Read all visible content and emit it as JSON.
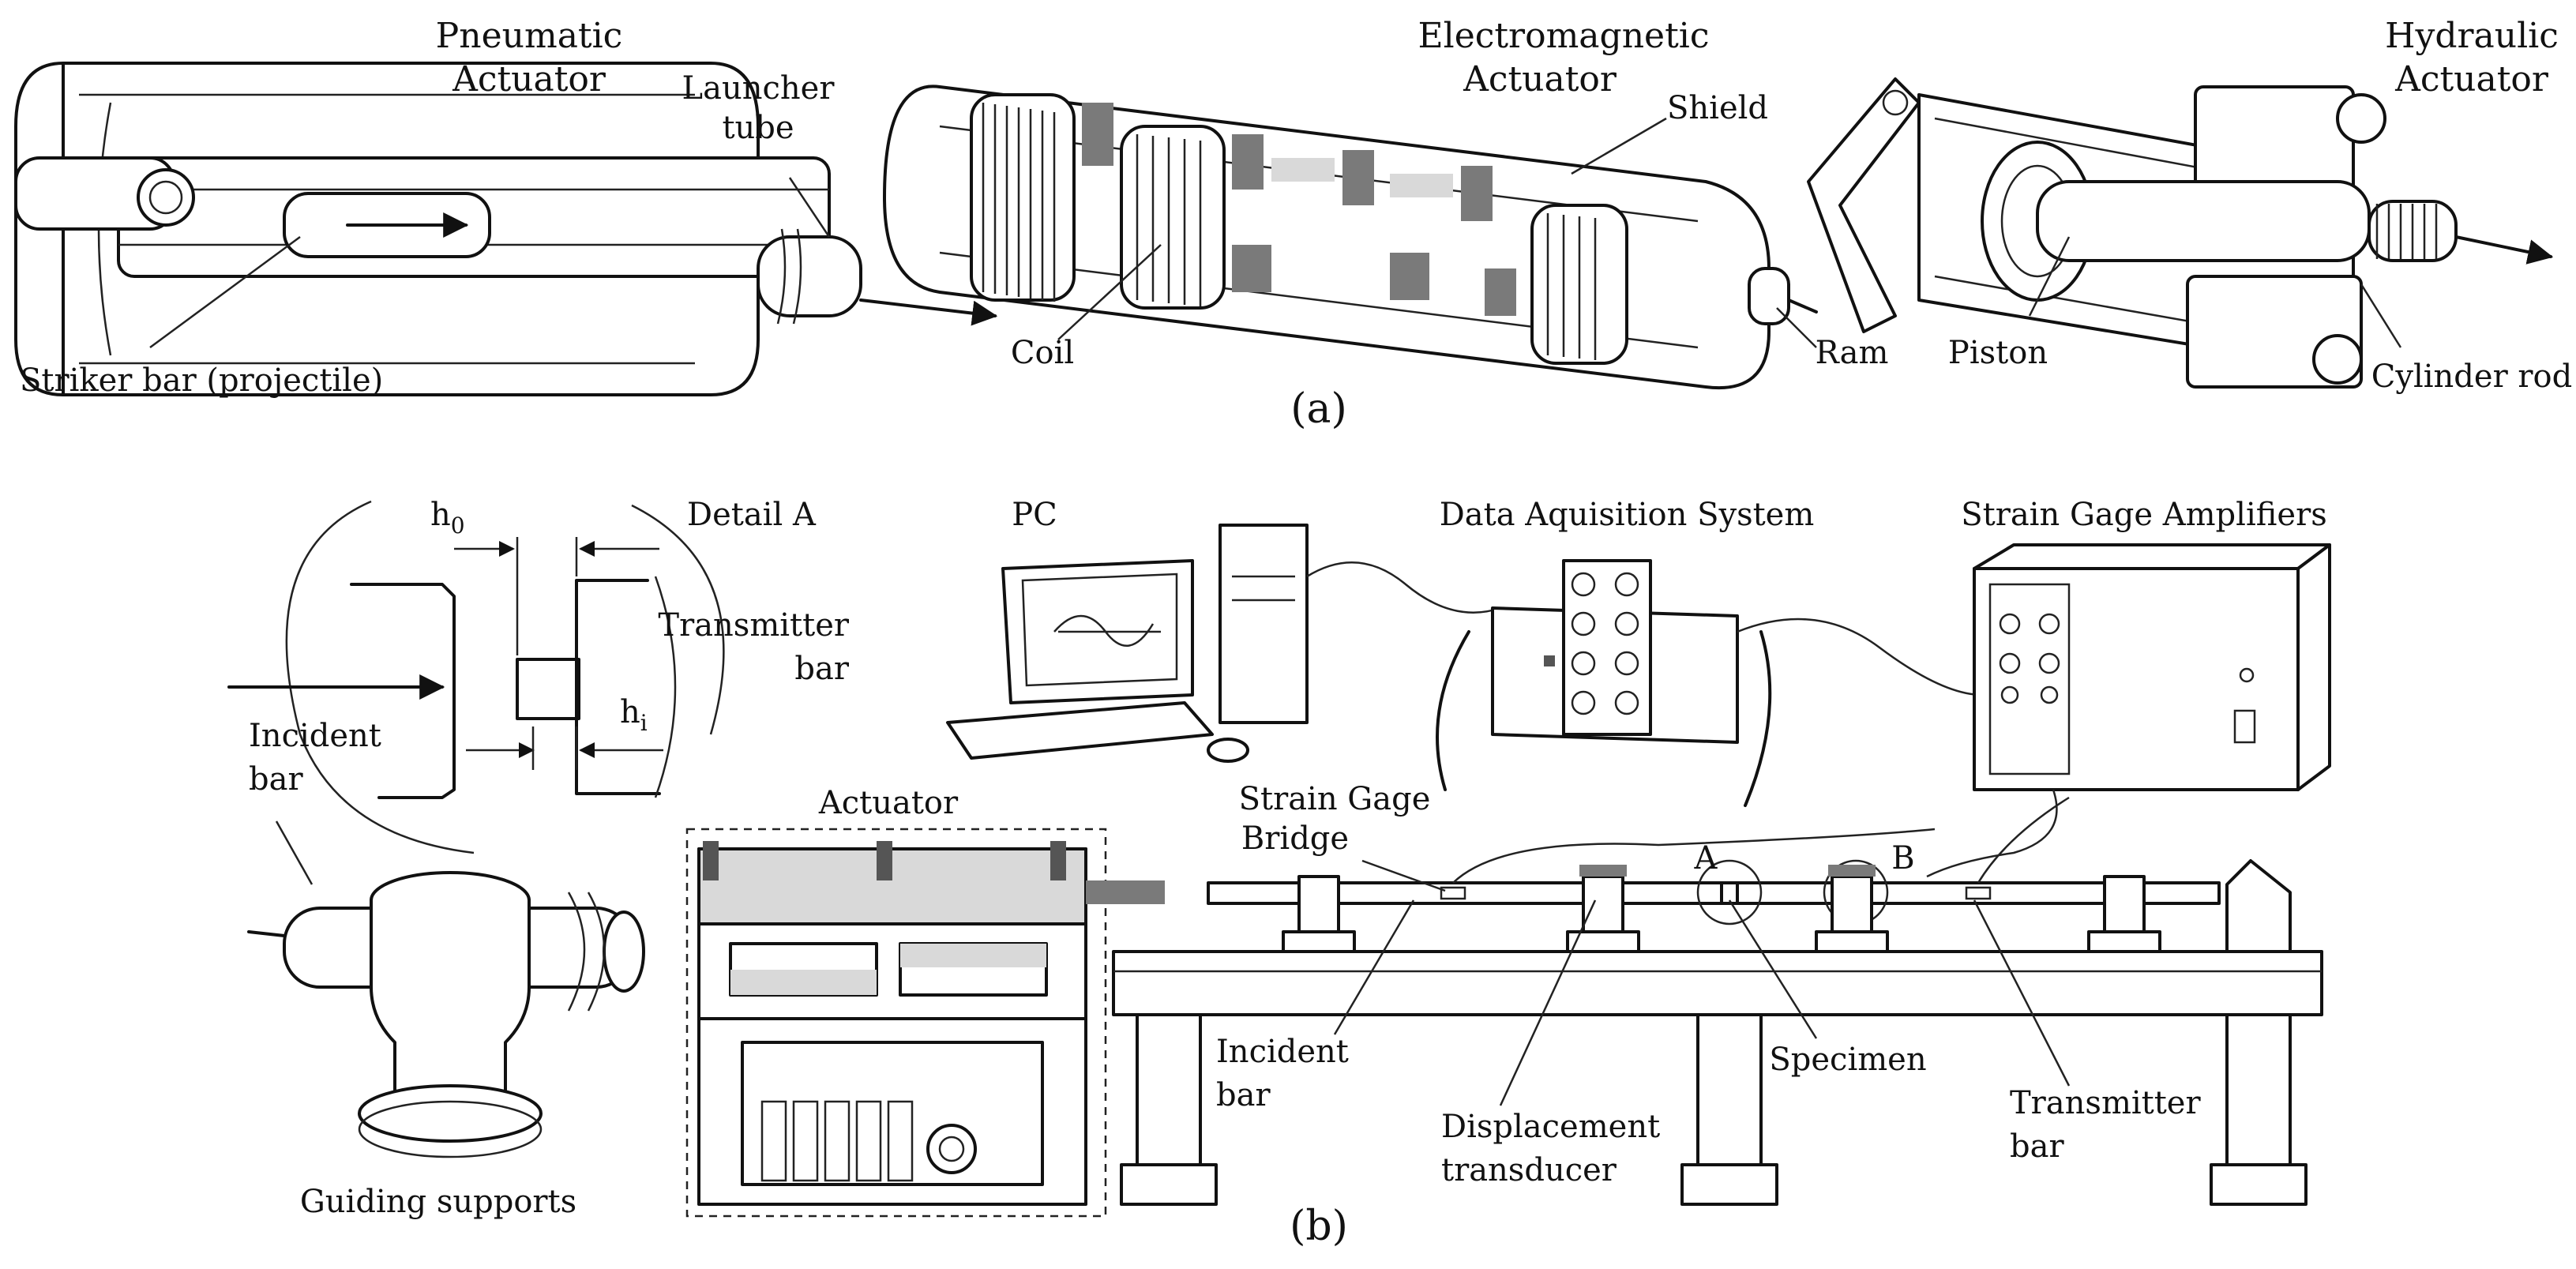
{
  "panel_a": {
    "pneumatic": {
      "title_line1": "Pneumatic",
      "title_line2": "Actuator",
      "launcher_line1": "Launcher",
      "launcher_line2": "tube",
      "striker": "Striker bar (projectile)"
    },
    "electromagnetic": {
      "title_line1": "Electromagnetic",
      "title_line2": "Actuator",
      "shield": "Shield",
      "coil": "Coil",
      "ram": "Ram"
    },
    "hydraulic": {
      "title_line1": "Hydraulic",
      "title_line2": "Actuator",
      "piston": "Piston",
      "cylinder_rod": "Cylinder rod"
    },
    "caption": "(a)"
  },
  "panel_b": {
    "detail": {
      "h0_main": "h",
      "h0_sub": "0",
      "title": "Detail A",
      "transmitter_line1": "Transmitter",
      "transmitter_line2": "bar",
      "hi_main": "h",
      "hi_sub": "i",
      "incident_line1": "Incident",
      "incident_line2": "bar"
    },
    "guiding_supports": "Guiding supports",
    "actuator": "Actuator",
    "pc": "PC",
    "daq": "Data Aquisition System",
    "amplifiers": "Strain Gage Amplifiers",
    "bridge_line1": "Strain Gage",
    "bridge_line2": "Bridge",
    "mark_a": "A",
    "mark_b": "B",
    "incident_line1": "Incident",
    "incident_line2": "bar",
    "displacement_line1": "Displacement",
    "displacement_line2": "transducer",
    "specimen": "Specimen",
    "transmitter_line1": "Transmitter",
    "transmitter_line2": "bar",
    "caption": "(b)"
  }
}
